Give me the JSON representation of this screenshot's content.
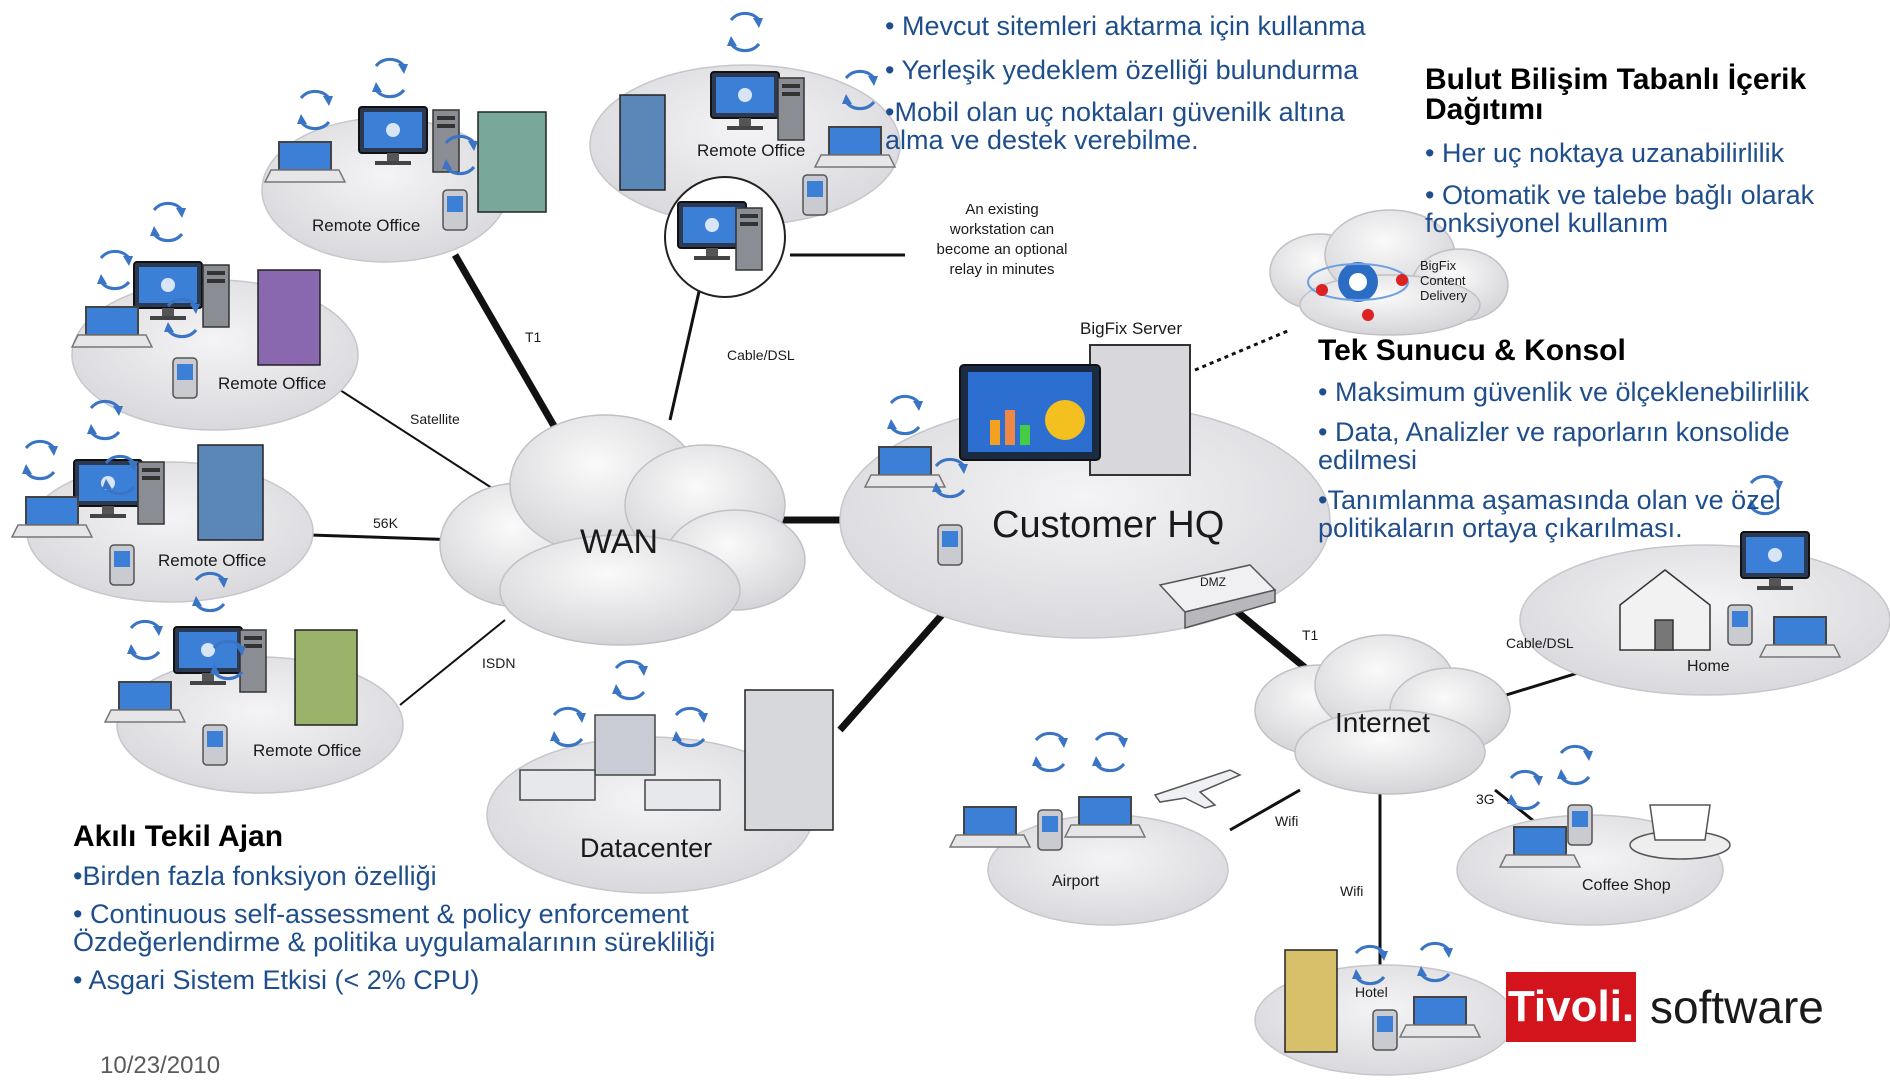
{
  "clouds": {
    "wan": "WAN",
    "internet": "Internet",
    "bigfix_cloud": [
      "BigFix",
      "Content",
      "Delivery"
    ]
  },
  "sites": {
    "remote_office": "Remote Office",
    "customer_hq": "Customer HQ",
    "datacenter": "Datacenter",
    "home": "Home",
    "airport": "Airport",
    "coffee_shop": "Coffee Shop",
    "hotel": "Hotel",
    "bigfix_server": "BigFix Server",
    "dmz": "DMZ"
  },
  "links": {
    "t1": "T1",
    "cable_dsl": "Cable/DSL",
    "satellite": "Satellite",
    "k56": "56K",
    "isdn": "ISDN",
    "wifi": "Wifi",
    "g3": "3G"
  },
  "callout": [
    "An existing",
    "workstation can",
    "become an optional",
    "relay in minutes"
  ],
  "blocks": {
    "top": {
      "lines": [
        "• Mevcut sitemleri aktarma için kullanma",
        "• Yerleşik yedeklem özelliği bulundurma",
        "•Mobil olan uç noktaları güvenilk altına alma ve destek verebilme."
      ]
    },
    "cloud": {
      "heading": "Bulut Bilişim Tabanlı İçerik Dağıtımı",
      "lines": [
        "• Her uç noktaya uzanabilirlilik",
        "• Otomatik ve talebe bağlı olarak fonksiyonel kullanım"
      ]
    },
    "server": {
      "heading": "Tek Sunucu & Konsol",
      "lines": [
        "• Maksimum güvenlik ve ölçeklenebilirlilik",
        "• Data, Analizler ve raporların konsolide edilmesi",
        "•Tanımlanma aşamasında olan ve özel politikaların ortaya çıkarılması."
      ]
    },
    "agent": {
      "heading": "Akılı Tekil Ajan",
      "lines": [
        "•Birden fazla fonksiyon özelliği",
        "• Continuous self-assessment & policy enforcement Özdeğerlendirme & politika uygulamalarının sürekliliği",
        "• Asgari Sistem Etkisi (< 2% CPU)"
      ]
    }
  },
  "footer": {
    "date": "10/23/2010"
  },
  "logo": {
    "brand": "Tivoli.",
    "product": "software"
  },
  "colors": {
    "text_blue": "#1f4e8c",
    "heading": "#000000",
    "tivoli_red": "#d4141c",
    "cloud": "#e4e4e6"
  }
}
